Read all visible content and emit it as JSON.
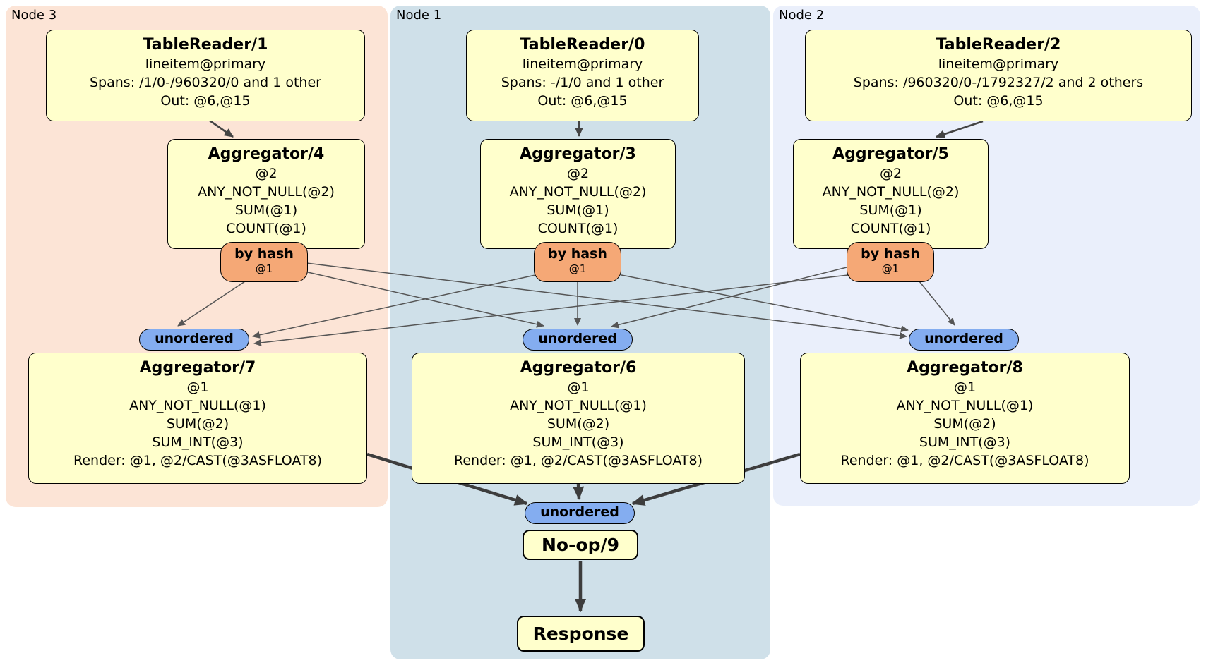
{
  "groups": [
    {
      "label": "Node 3"
    },
    {
      "label": "Node 1"
    },
    {
      "label": "Node 2"
    }
  ],
  "routers": {
    "hash_label": "by hash",
    "hash_key": "@1",
    "sync_label": "unordered"
  },
  "nodes": {
    "tr1": {
      "title": "TableReader/1",
      "lines": [
        "lineitem@primary",
        "Spans: /1/0-/960320/0 and 1 other",
        "Out: @6,@15"
      ]
    },
    "tr0": {
      "title": "TableReader/0",
      "lines": [
        "lineitem@primary",
        "Spans: -/1/0 and 1 other",
        "Out: @6,@15"
      ]
    },
    "tr2": {
      "title": "TableReader/2",
      "lines": [
        "lineitem@primary",
        "Spans: /960320/0-/1792327/2 and 2 others",
        "Out: @6,@15"
      ]
    },
    "agg4": {
      "title": "Aggregator/4",
      "lines": [
        "@2",
        "ANY_NOT_NULL(@2)",
        "SUM(@1)",
        "COUNT(@1)"
      ]
    },
    "agg3": {
      "title": "Aggregator/3",
      "lines": [
        "@2",
        "ANY_NOT_NULL(@2)",
        "SUM(@1)",
        "COUNT(@1)"
      ]
    },
    "agg5": {
      "title": "Aggregator/5",
      "lines": [
        "@2",
        "ANY_NOT_NULL(@2)",
        "SUM(@1)",
        "COUNT(@1)"
      ]
    },
    "agg7": {
      "title": "Aggregator/7",
      "lines": [
        "@1",
        "ANY_NOT_NULL(@1)",
        "SUM(@2)",
        "SUM_INT(@3)",
        "Render: @1, @2/CAST(@3ASFLOAT8)"
      ]
    },
    "agg6": {
      "title": "Aggregator/6",
      "lines": [
        "@1",
        "ANY_NOT_NULL(@1)",
        "SUM(@2)",
        "SUM_INT(@3)",
        "Render: @1, @2/CAST(@3ASFLOAT8)"
      ]
    },
    "agg8": {
      "title": "Aggregator/8",
      "lines": [
        "@1",
        "ANY_NOT_NULL(@1)",
        "SUM(@2)",
        "SUM_INT(@3)",
        "Render: @1, @2/CAST(@3ASFLOAT8)"
      ]
    },
    "noop": {
      "title": "No-op/9"
    },
    "response": {
      "title": "Response"
    }
  },
  "colors": {
    "node3_bg": "#fce4d6",
    "node1_bg": "#cfe0e9",
    "node2_bg": "#eaeffb",
    "box_fill": "#ffffcc",
    "hash_router_fill": "#f5a876",
    "unordered_sync_fill": "#84adf0",
    "edge_thin": "#555555",
    "edge_thick": "#3d3d3d"
  }
}
